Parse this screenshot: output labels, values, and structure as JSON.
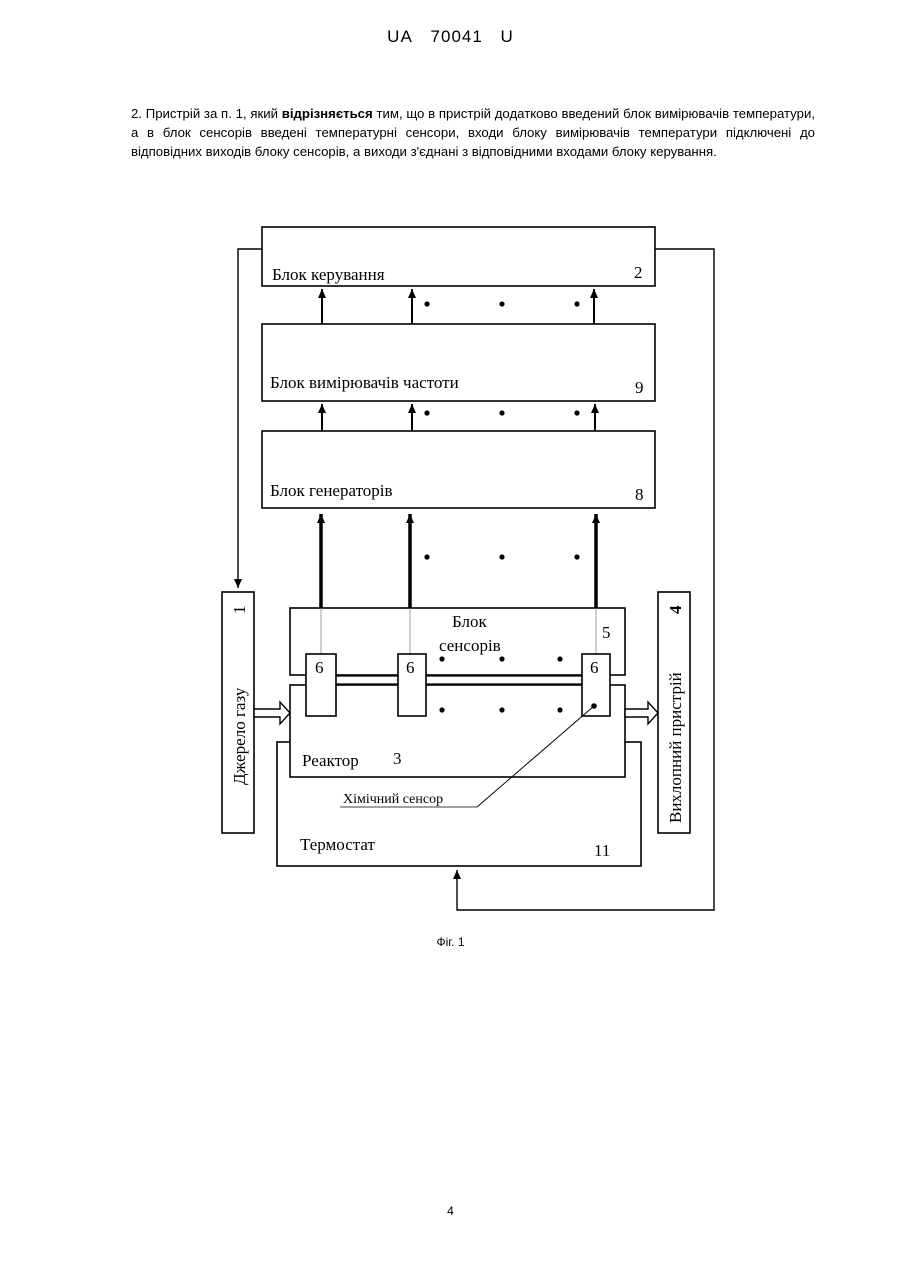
{
  "header": {
    "prefix": "UA",
    "number": "70041",
    "suffix": "U"
  },
  "claim": {
    "lead": "2. Пристрій за п. 1, який",
    "emphasis": "відрізняється",
    "rest": "тим, що в пристрій додатково введений блок вимірювачів температури, а в блок сенсорів введені температурні сенсори, входи блоку вимірювачів температури підключені до відповідних виходів блоку сенсорів, а виходи з'єднані з відповідними входами блоку керування."
  },
  "figure": {
    "control_block": {
      "label": "Блок керування",
      "number": "2"
    },
    "freq_block": {
      "label": "Блок вимірювачів частоти",
      "number": "9"
    },
    "generator_block": {
      "label": "Блок генераторів",
      "number": "8"
    },
    "sensor_block": {
      "label_line1": "Блок",
      "label_line2": "сенсорів",
      "number": "5"
    },
    "sensor_items": [
      "6",
      "6",
      "6"
    ],
    "reactor": {
      "label": "Реактор",
      "number": "3"
    },
    "thermostat": {
      "label": "Термостат",
      "number": "11"
    },
    "gas_source": {
      "label": "Джерело газу",
      "number": "1"
    },
    "exhaust": {
      "label": "Вихлопний пристрій",
      "number": "4"
    },
    "chem_sensor_label": "Хімічний сенсор"
  },
  "caption": "Фіг. 1",
  "page_number": "4"
}
